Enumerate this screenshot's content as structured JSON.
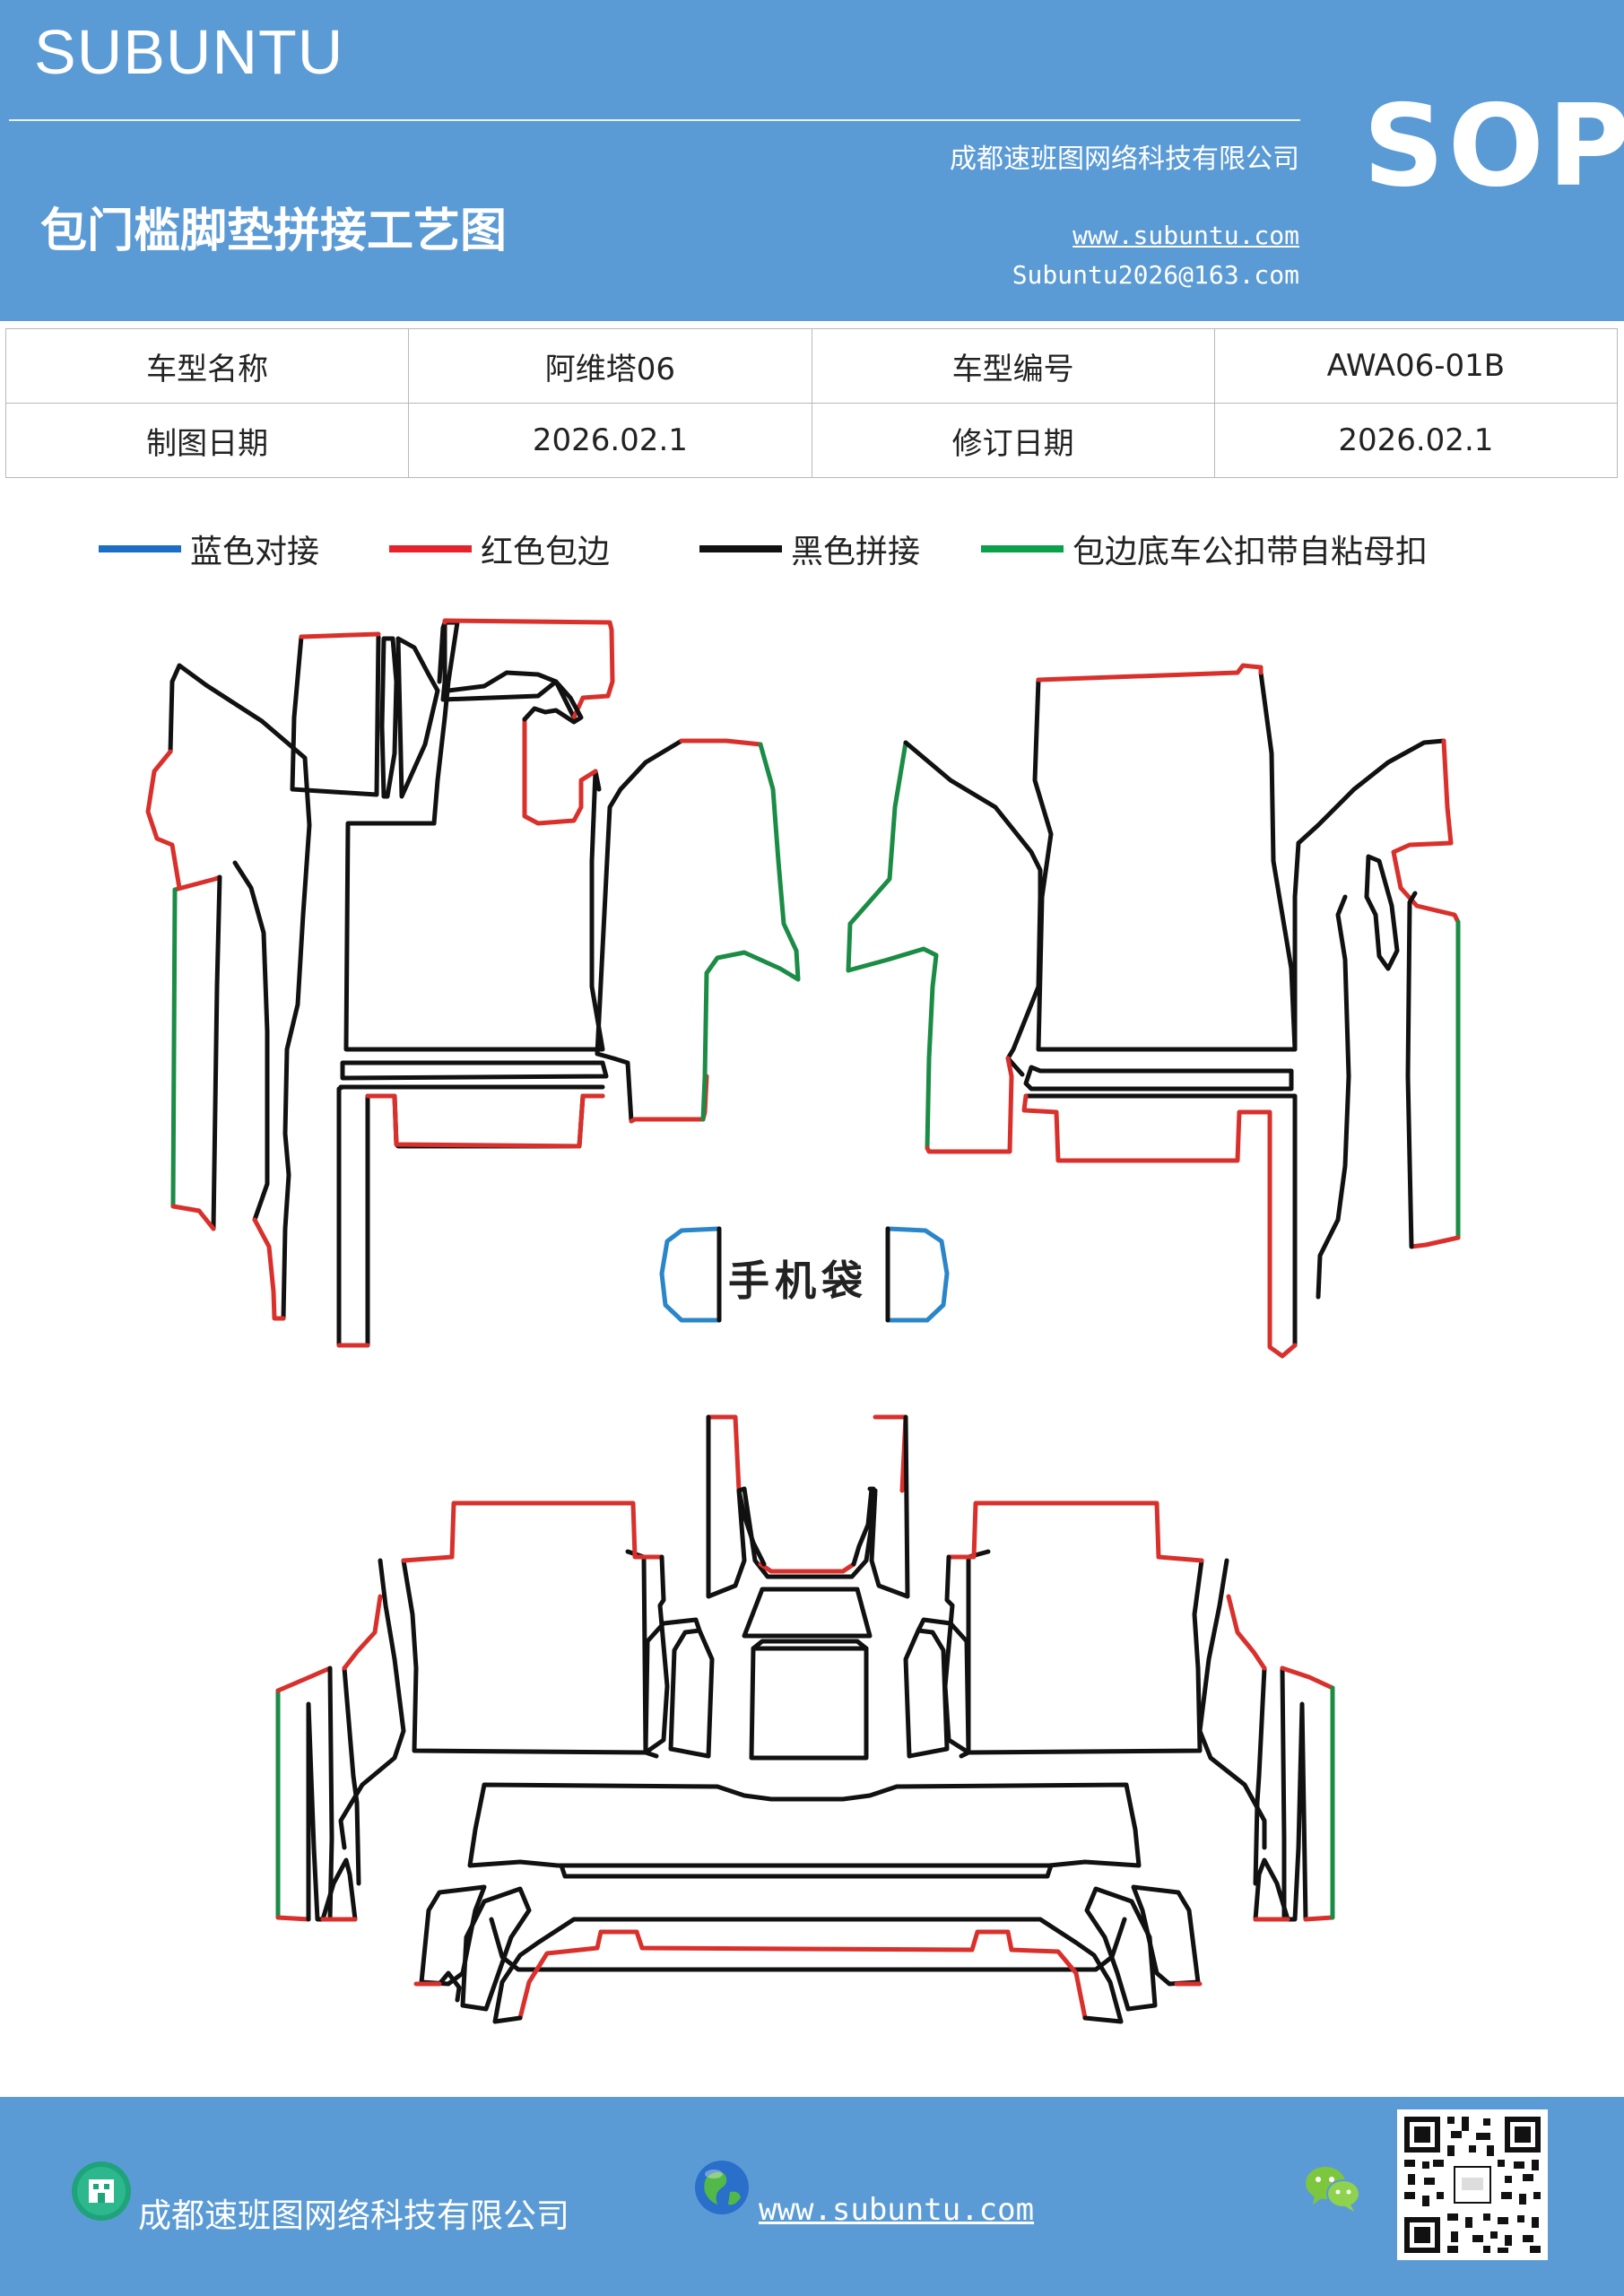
{
  "header": {
    "brand": "SUBUNTU",
    "sop": "SOP",
    "company": "成都速班图网络科技有限公司",
    "title": "包门槛脚垫拼接工艺图",
    "website": "www.subuntu.com",
    "email": "Subuntu2026@163.com"
  },
  "info_table": {
    "rows": [
      [
        "车型名称",
        "阿维塔06",
        "车型编号",
        "AWA06-01B"
      ],
      [
        "制图日期",
        "2026.02.1",
        "修订日期",
        "2026.02.1"
      ]
    ]
  },
  "legend": [
    {
      "label": "蓝色对接",
      "color": "#1a6fc4"
    },
    {
      "label": "红色包边",
      "color": "#e8222a"
    },
    {
      "label": "黑色拼接",
      "color": "#111111"
    },
    {
      "label": "包边底车公扣带自粘母扣",
      "color": "#0aa14a"
    }
  ],
  "diagram": {
    "phone_pocket_label": "手机袋",
    "colors": {
      "black": "#111111",
      "red": "#d9302c",
      "green": "#1b8c45",
      "blue": "#2a86c8"
    }
  },
  "footer": {
    "company": "成都速班图网络科技有限公司",
    "website": "www.subuntu.com",
    "icons": [
      "building-icon",
      "globe-icon",
      "wechat-icon",
      "qr-code"
    ]
  }
}
